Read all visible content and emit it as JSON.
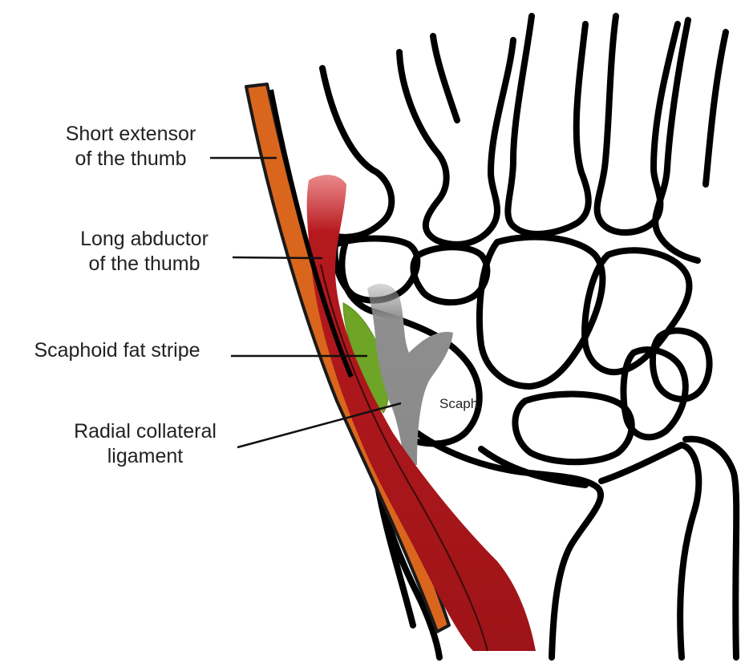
{
  "labels": {
    "short_extensor": {
      "line1": "Short extensor",
      "line2": "of the thumb"
    },
    "long_abductor": {
      "line1": "Long abductor",
      "line2": "of the thumb"
    },
    "scaphoid_fat_stripe": {
      "line1": "Scaphoid fat stripe"
    },
    "radial_collateral_ligament": {
      "line1": "Radial collateral",
      "line2": "ligament"
    },
    "scaphoid_abbrev": "Scaph."
  },
  "colors": {
    "short_extensor_tendon": "#d9661c",
    "long_abductor_tendon": "#a8161a",
    "fat_stripe": "#6fa526",
    "ligament": "#8c8c8c",
    "bone_outline": "#000000"
  }
}
